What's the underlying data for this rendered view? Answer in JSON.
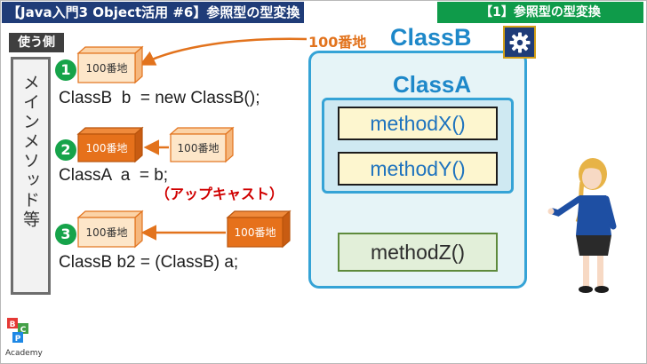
{
  "header": {
    "title": "【Java入門3 Object活用 #6】参照型の型変換",
    "section": "【1】参照型の型変換"
  },
  "caller": {
    "tag": "使う側",
    "label": "メインメソッド等"
  },
  "steps": [
    {
      "number": "1",
      "code": "ClassB  b  = new ClassB();",
      "cube_labels": [
        "100番地"
      ]
    },
    {
      "number": "2",
      "code": "ClassA  a  = b;",
      "note": "（アップキャスト）",
      "cube_labels": [
        "100番地",
        "100番地"
      ]
    },
    {
      "number": "3",
      "code": "ClassB b2 = (ClassB) a;",
      "cube_labels": [
        "100番地",
        "100番地"
      ]
    }
  ],
  "objects": {
    "address_label": "100番地",
    "class_b": "ClassB",
    "class_a": "ClassA",
    "methods": [
      "methodX()",
      "methodY()",
      "methodZ()"
    ]
  },
  "icons": {
    "settings": "gear-icon",
    "presenter": "presenter-figure",
    "logo": "bcp-academy-logo"
  },
  "logo": {
    "letters": [
      "B",
      "C",
      "P"
    ],
    "name": "Academy"
  },
  "colors": {
    "header_left": "#1f3c78",
    "header_right": "#0f9b4a",
    "step_badge": "#16a34a",
    "cube_fill": "#fde6c9",
    "cube_fill_dark": "#e6711b",
    "arrow": "#e2731d",
    "class_border": "#35a3d6",
    "upcast_note": "#d00000"
  }
}
